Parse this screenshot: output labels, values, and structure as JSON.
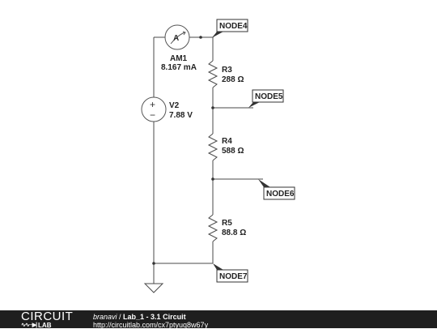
{
  "circuit": {
    "ammeter": {
      "name": "AM1",
      "reading": "8.167 mA",
      "symbol": "A"
    },
    "source": {
      "name": "V2",
      "value": "7.88 V",
      "plus": "+",
      "minus": "−"
    },
    "resistors": [
      {
        "name": "R3",
        "value": "288 Ω"
      },
      {
        "name": "R4",
        "value": "588 Ω"
      },
      {
        "name": "R5",
        "value": "88.8 Ω"
      }
    ],
    "nodes": [
      "NODE4",
      "NODE5",
      "NODE6",
      "NODE7"
    ]
  },
  "footer": {
    "logo_top": "CIRCUIT",
    "logo_bottom": "LAB",
    "author": "branavi",
    "separator": " / ",
    "title": "Lab_1 - 3.1 Circuit",
    "url": "http://circuitlab.com/cx7ptyuq8w67y"
  }
}
